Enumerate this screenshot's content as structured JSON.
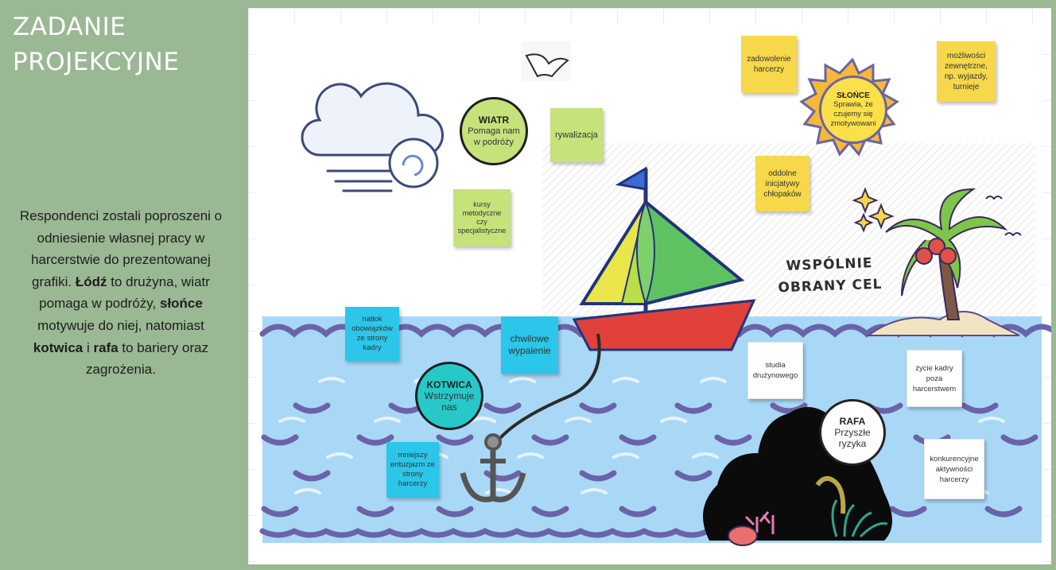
{
  "title": {
    "line1": "ZADANIE",
    "line2": "PROJEKCYJNE"
  },
  "description": {
    "part1": "Respondenci zostali poproszeni o odniesienie własnej pracy w harcerstwie do prezentowanej grafiki. ",
    "bold_boat": "Łódź",
    "part2": " to drużyna, wiatr pomaga w podróży, ",
    "bold_sun": "słońce",
    "part3": " motywuje do niej, natomiast ",
    "bold_anchor": "kotwica",
    "part4": " i ",
    "bold_reef": "rafa",
    "part5": " to bariery oraz zagrożenia."
  },
  "diagram": {
    "wind": {
      "heading": "WIATR",
      "text": "Pomaga nam w podróży"
    },
    "sun": {
      "heading": "SŁOŃCE",
      "text": "Sprawia, że czujemy się zmotywowani"
    },
    "anchor": {
      "heading": "KOTWICA",
      "text": "Wstrzymuje nas"
    },
    "reef": {
      "heading": "RAFA",
      "text": "Przyszłe ryzyka"
    },
    "goal": {
      "line1": "WSPÓLNIE",
      "line2": "OBRANY CEL"
    },
    "notes": {
      "rywalizacja": "rywalizacja",
      "kursy": "kursy metodyczne czy specjalistyczne",
      "zadowolenie": "zadowolenie harcerzy",
      "mozliwosci": "możliwości zewnętrzne, np. wyjazdy, turnieje",
      "oddolne": "oddolne inicjatywy chłopaków",
      "natlok": "natłok obowiązków ze strony kadry",
      "chwilowe": "chwilowe wypalenie",
      "mniejszy": "mniejszy entuzjazm ze strony harcerzy",
      "studia": "studia drużynowego",
      "zycie": "życie kadry poza harcerstwem",
      "konkurencyjne": "konkurencyjne aktywności harcerzy"
    }
  },
  "colors": {
    "background": "#9ab893",
    "sea": "#a8d8f6",
    "wave": "#6b63a8",
    "note_yellow": "#f6d84a",
    "note_green": "#c6e27a",
    "note_cyan": "#2bc6ea",
    "anchor_circle": "#27c8c8",
    "sun": "#f5b935",
    "sail_yellow": "#e8e64a",
    "sail_green": "#5fc262",
    "hull": "#e0413b"
  }
}
